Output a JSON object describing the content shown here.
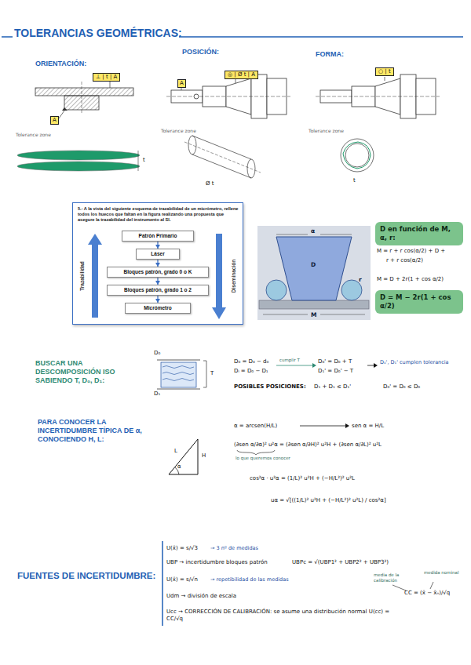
{
  "diagram": {
    "title": "TOLERANCIAS GEOMÉTRICAS:",
    "nodes": [
      {
        "text": [
          "5.- A la vista del siguiente esquema de trazabilidad de un micrómetro, rellene todos los huecos que faltan en la figura realizando una propuesta que asegure la trazabilidad del instrumento al SI."
        ]
      },
      {
        "text": [
          "Patrón Primario"
        ],
        "in": 0
      },
      {
        "text": [
          "Láser"
        ],
        "in": 0
      },
      {
        "text": [
          "Bloques patrón, grado 0 o K"
        ],
        "in": 0
      },
      {
        "text": [
          "Bloques patrón, grado 1 o 2"
        ],
        "in": 0
      },
      {
        "text": [
          "Micrómetro"
        ],
        "in": 0
      },
      {
        "text": [
          "D en función de M, α, r:"
        ]
      },
      {
        "text": [
          "D = M − 2r(1 + cos α/2)"
        ]
      }
    ],
    "edges": [
      {
        "from": 1,
        "to": 2,
        "arrow": "to"
      },
      {
        "from": 2,
        "to": 3,
        "arrow": "to"
      },
      {
        "from": 3,
        "to": 4,
        "arrow": "to"
      },
      {
        "from": 4,
        "to": 5,
        "arrow": "to"
      }
    ],
    "labels": [
      "ORIENTACIÓN:",
      "POSICIÓN:",
      "FORMA:",
      "⊥ | t | A",
      "A",
      "Tolerance zone",
      "t",
      "◎ | Ø t | A",
      "A",
      "Tolerance zone",
      "Ø t",
      "○ | t",
      "Tolerance zone",
      "t",
      "Trazabilidad",
      "Diseminación",
      "α",
      "D",
      "M",
      "r",
      "M = r + r cos(α/2) + D +",
      "r + r cos(α/2)",
      "M = D + 2r(1 + cos α/2)",
      "BUSCAR UNA DESCOMPOSICIÓN ISO SABIENDO T, D₀, D₁:",
      "D₀",
      "D₁",
      "T",
      "D₀ = D₀ − d₀",
      "Dᵢ = D₀ − D₁",
      "cumplir T",
      "D₀' = D₀ + T",
      "D₁' = D₀' − T",
      "D₀', D₁' cumplen tolerancia",
      "POSIBLES POSICIONES:",
      "D₁ + D₁ ≤ D₁'",
      "D₀' = D₀ ≤ D₀",
      "PARA CONOCER LA INCERTIDUMBRE TÍPICA DE α, CONOCIENDO H, L:",
      "L",
      "H",
      "α",
      "α = arcsen(H/L)",
      "sen α = H/L",
      "(∂sen α/∂α)² u²α = (∂sen α/∂H)² u²H + (∂sen α/∂L)² u²L",
      "lo que queremos conocer",
      "cos²α · u²α = (1/L)² u²H + (−H/L²)² u²L",
      "uα = √[((1/L)² u²H + (−H/L²)² u²L) / cos²α]",
      "FUENTES DE INCERTIDUMBRE:",
      "U(x̄) = s/√3",
      "→ 3 nº de medidas",
      "UBP → incertidumbre bloques patrón",
      "UBPc = √(UBP1² + UBP2² + UBP3²)",
      "U(x̄) = s/√n",
      "→ repetibilidad de las medidas",
      "Udm → división de escala",
      "Ucc → CORRECCIÓN DE CALIBRACIÓN: se asume una distribución normal U(cc) = CC/√q",
      "media de la calibración",
      "medida nominal",
      "CC = (x̄ − x̄ₙ)/√q"
    ]
  }
}
